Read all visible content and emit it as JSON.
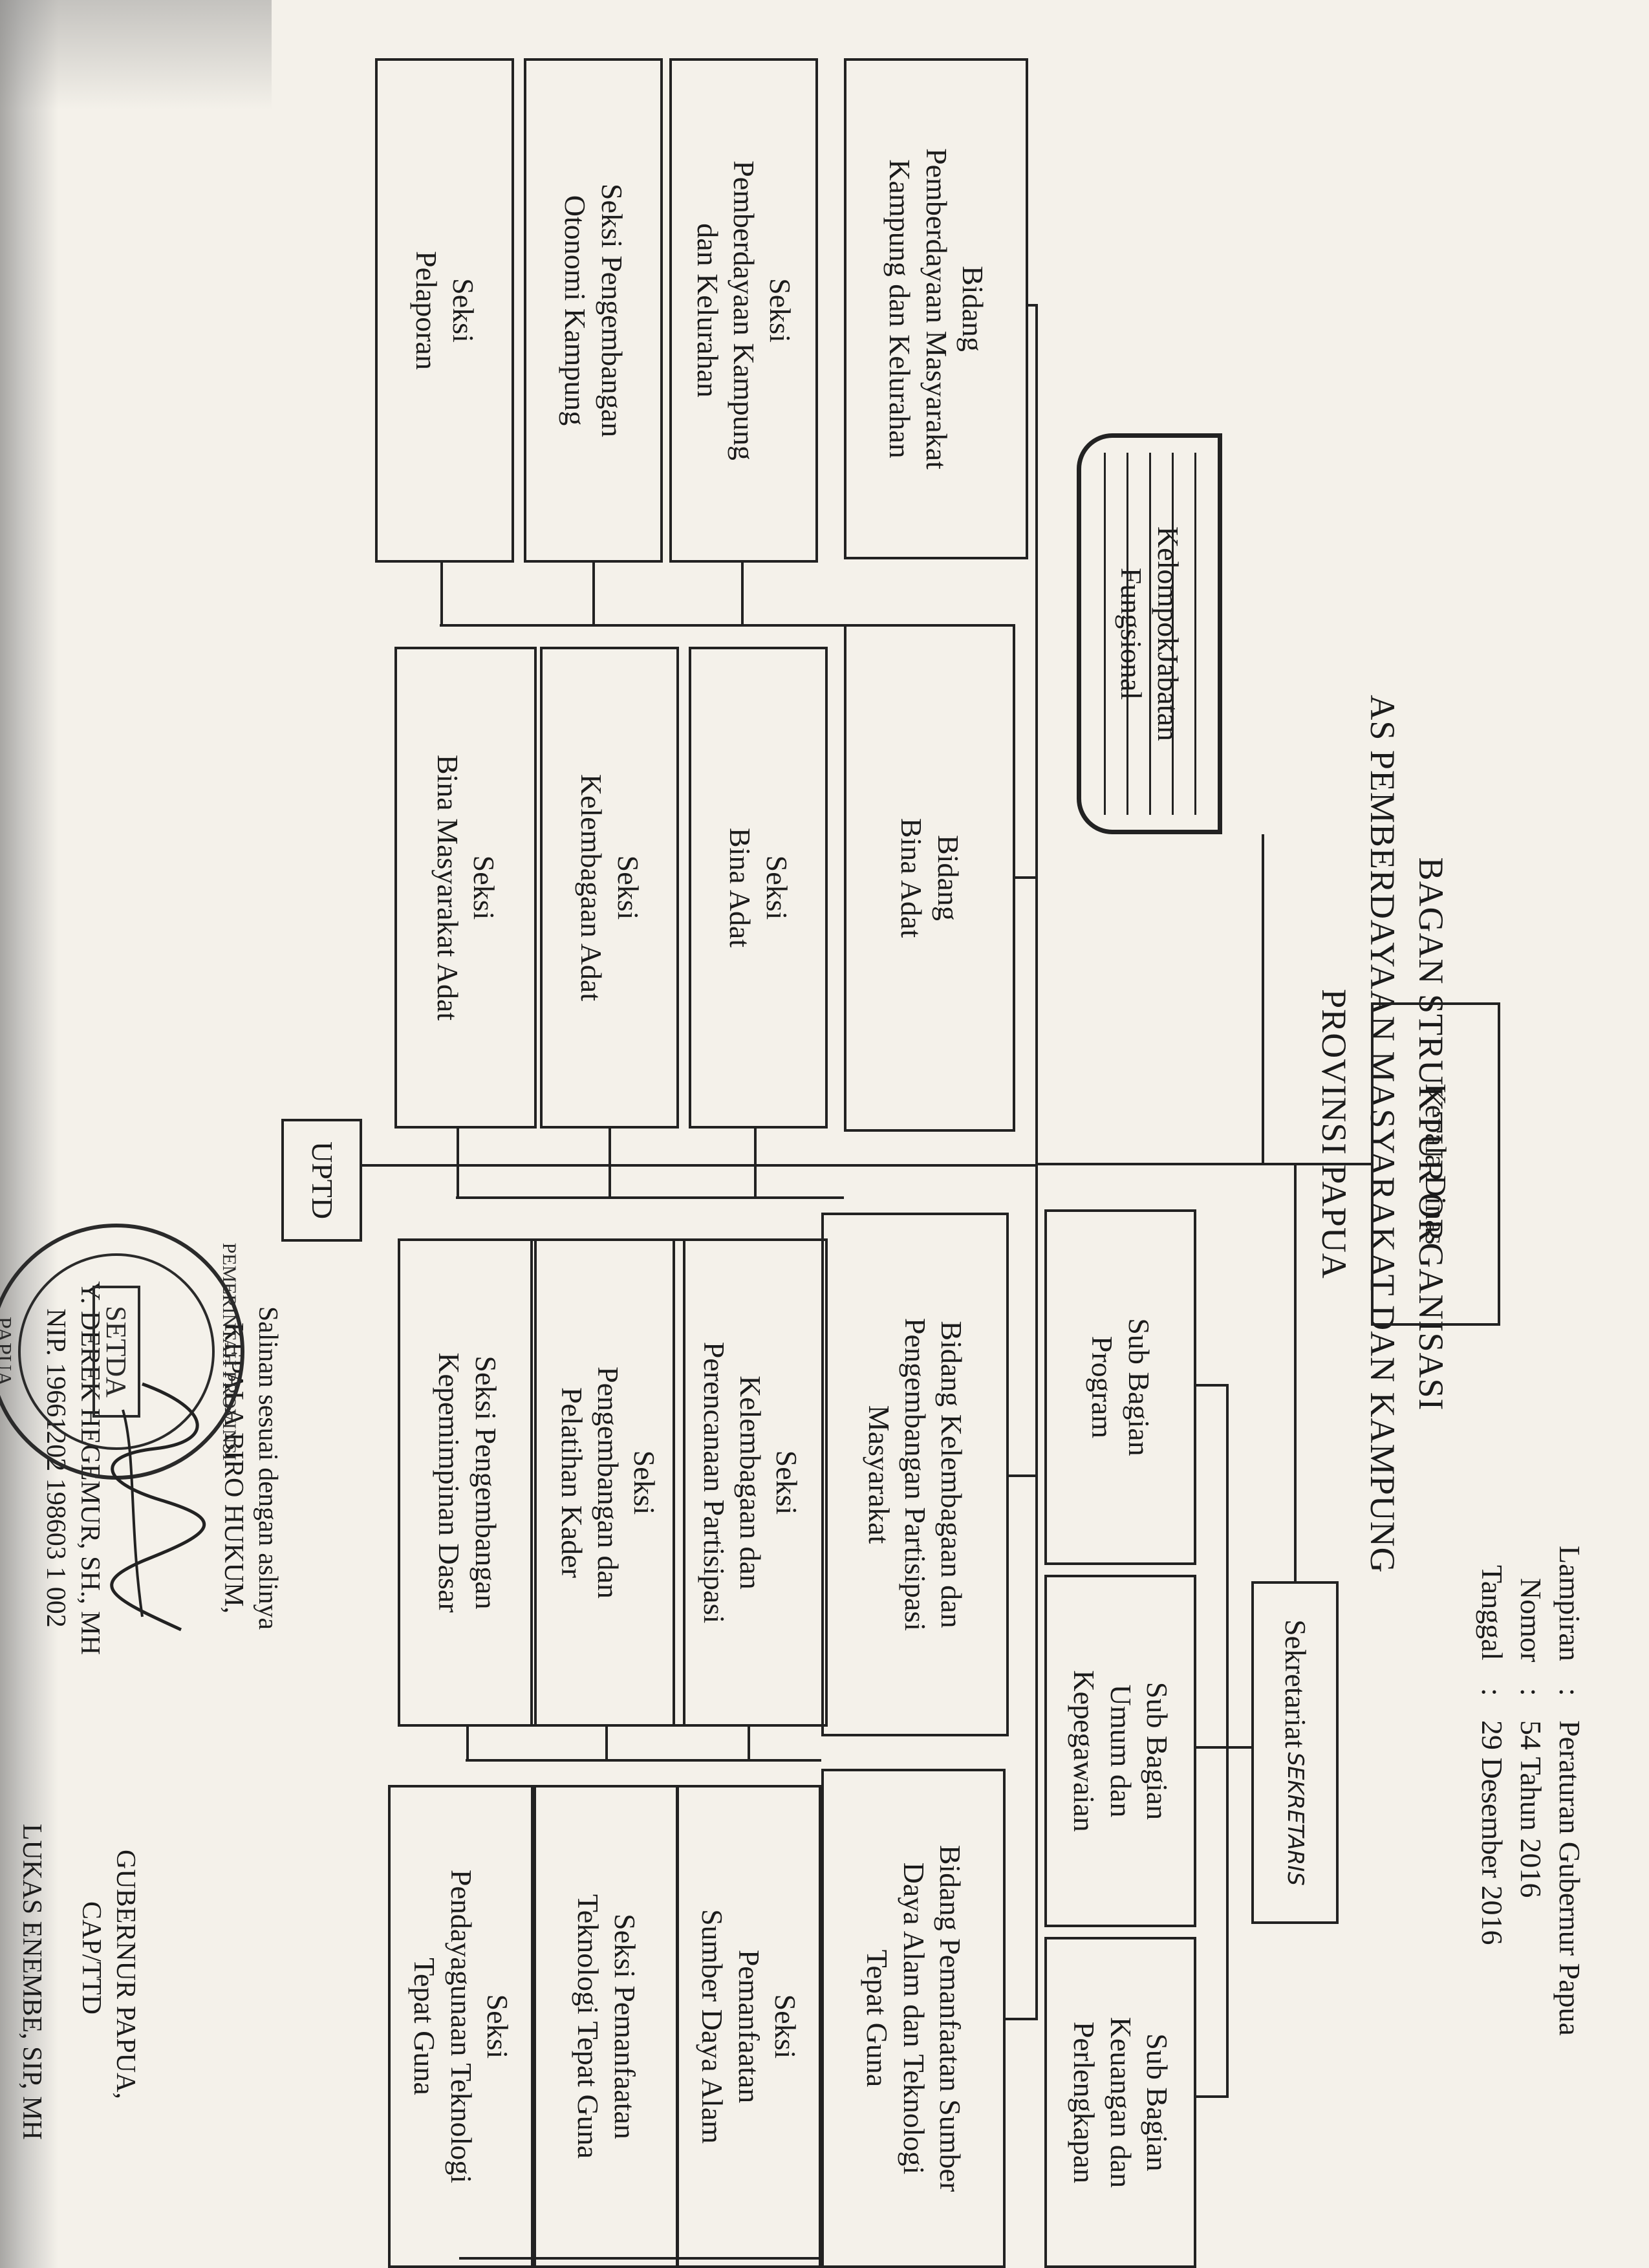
{
  "title": {
    "line1": "BAGAN STRUKTUR ORGANISASI",
    "line2": "AS PEMBERDAYAAN MASYARAKAT DAN KAMPUNG",
    "line3": "PROVINSI PAPUA"
  },
  "lampiran": {
    "l1_label": "Lampiran",
    "l1_sep": ":",
    "l1_value": "Peraturan Gubernur Papua",
    "l2_label": "Nomor",
    "l2_sep": ":",
    "l2_value": "54 Tahun 2016",
    "l3_label": "Tanggal",
    "l3_sep": ":",
    "l3_value": "29 Desember 2016"
  },
  "top": {
    "kepala_dinas": "Kepala Dinas",
    "kelompok_line1": "KelompokJabatan",
    "kelompok_line2": "Fungsional",
    "sekretariat": "Sekretariat",
    "sekretariat_handwritten": "SEKRETARIS"
  },
  "sub_bagian": [
    {
      "line1": "Sub Bagian",
      "line2": "Program",
      "line3": ""
    },
    {
      "line1": "Sub Bagian",
      "line2": "Umum dan",
      "line3": "Kepegawaian"
    },
    {
      "line1": "Sub Bagian",
      "line2": "Keuangan dan",
      "line3": "Perlengkapan"
    }
  ],
  "bidang": [
    {
      "head": [
        "Bidang",
        "Pemberdayaan Masyarakat",
        "Kampung dan Kelurahan"
      ],
      "seksi": [
        [
          "Seksi",
          "Pemberdayaan Kampung",
          "dan Kelurahan"
        ],
        [
          "Seksi Pengembangan",
          "Otonomi Kampung"
        ],
        [
          "Seksi",
          "Pelaporan"
        ]
      ]
    },
    {
      "head": [
        "Bidang",
        "Bina Adat"
      ],
      "seksi": [
        [
          "Seksi",
          "Bina Adat"
        ],
        [
          "Seksi",
          "Kelembagaan Adat"
        ],
        [
          "Seksi",
          "Bina Masyarakat Adat"
        ]
      ]
    },
    {
      "head": [
        "Bidang Kelembagaan dan",
        "Pengembangan Partisipasi",
        "Masyarakat"
      ],
      "seksi": [
        [
          "Seksi",
          "Kelembagaan dan",
          "Perencanaan Partisipasi"
        ],
        [
          "Seksi",
          "Pengembangan dan",
          "Pelatihan Kader"
        ],
        [
          "Seksi Pengembangan",
          "Kepemimpinan Dasar"
        ]
      ]
    },
    {
      "head": [
        "Bidang Pemanfaatan Sumber",
        "Daya Alam dan Teknologi",
        "Tepat Guna"
      ],
      "seksi": [
        [
          "Seksi",
          "Pemanfaatan",
          "Sumber Daya Alam"
        ],
        [
          "Seksi Pemanfaatan",
          "Teknologi Tepat Guna"
        ],
        [
          "Seksi",
          "Pendayagunaan Teknologi",
          "Tepat Guna"
        ]
      ]
    }
  ],
  "uptd": "UPTD",
  "signature_left": {
    "line1": "Salinan sesuai dengan aslinya",
    "line2": "KEPALA BIRO HUKUM,",
    "line3": "Y. DEREK HEGEMUR, SH., MH",
    "line4": "NIP. 19661202 198603 1 002"
  },
  "signature_right": {
    "line1": "GUBERNUR PAPUA,",
    "line2": "CAP/TTD",
    "line3": "LUKAS ENEMBE, SIP, MH"
  },
  "stamp": {
    "ring_top": "PEMERINTAH PROVINSI",
    "ring_bottom": "PAPUA",
    "center": "SETDA"
  }
}
